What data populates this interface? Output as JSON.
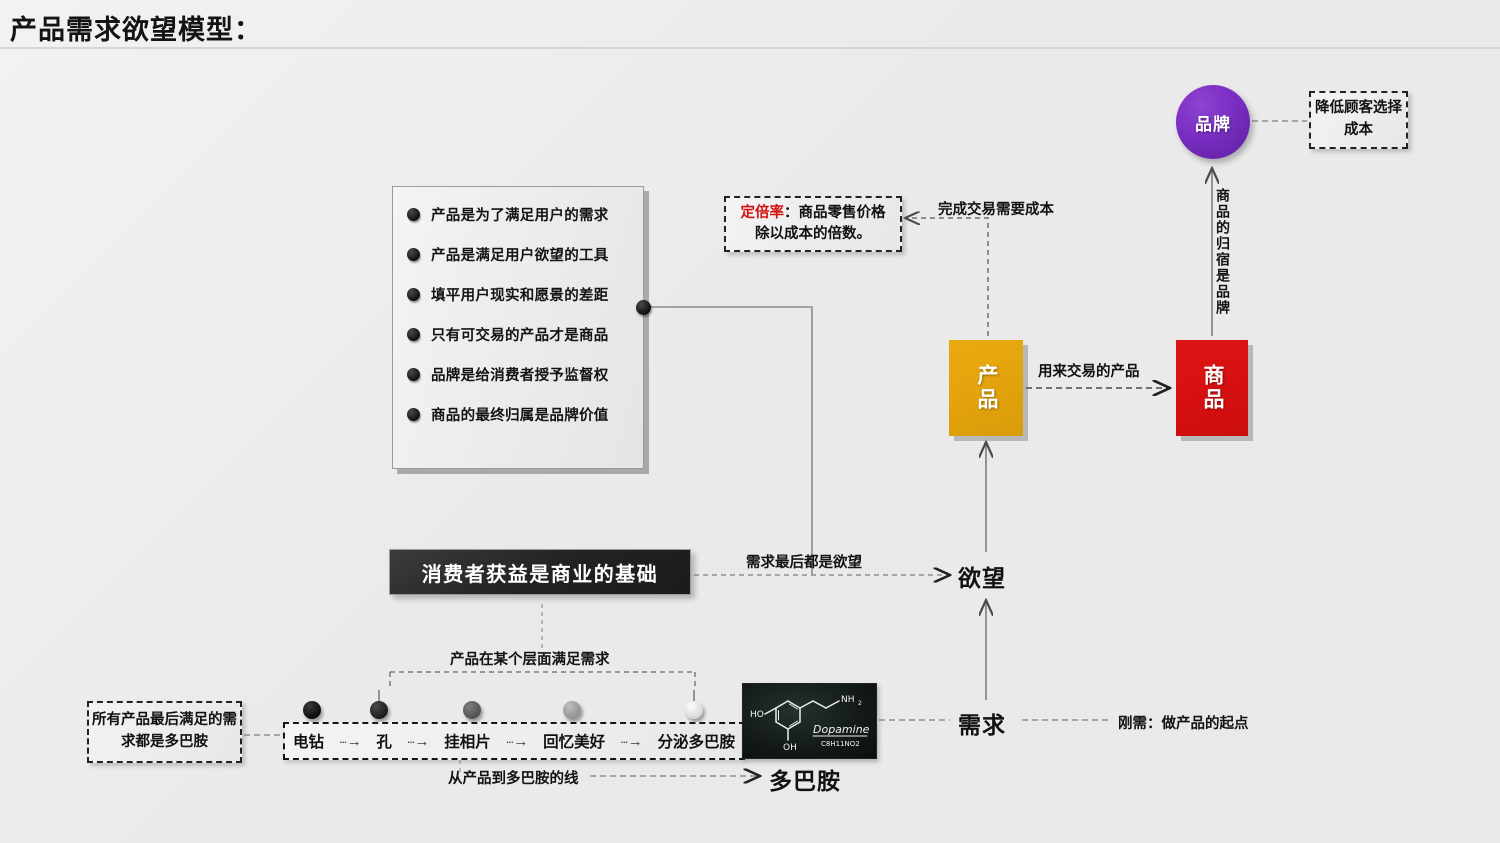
{
  "page": {
    "title": "产品需求欲望模型："
  },
  "bullet_panel": {
    "items": [
      "产品是为了满足用户的需求",
      "产品是满足用户欲望的工具",
      "填平用户现实和愿景的差距",
      "只有可交易的产品才是商品",
      "品牌是给消费者授予监督权",
      "商品的最终归属是品牌价值"
    ]
  },
  "notes": {
    "markup_rate_term": "定倍率",
    "markup_rate_text": "：商品零售价格除以成本的倍数。",
    "brand_cost": "降低顾客选择成本",
    "all_dopamine": "所有产品最后满足的需求都是多巴胺"
  },
  "nodes": {
    "brand": "品牌",
    "product": "产品",
    "goods": "商品",
    "want": "欲望",
    "need": "需求",
    "dopamine": "多巴胺",
    "banner": "消费者获益是商业的基础"
  },
  "edge_labels": {
    "trade_cost": "完成交易需要成本",
    "trade_product": "用来交易的产品",
    "need_to_want": "需求最后都是欲望",
    "satisfy_layer": "产品在某个层面满足需求",
    "line_to_dopamine": "从产品到多巴胺的线",
    "rigid_need": "刚需：做产品的起点",
    "brand_home_vertical": "商品的归宿是品牌"
  },
  "chain": {
    "steps": [
      "电钻",
      "孔",
      "挂相片",
      "回忆美好",
      "分泌多巴胺"
    ],
    "arrow": "···"
  },
  "dopamine_image": {
    "label": "Dopamine",
    "formula": "C₈H₁₁NO₂",
    "group_amine": "NH₂",
    "group_ho": "HO",
    "group_oh": "OH"
  },
  "colors": {
    "brand_purple": "#7b2fc4",
    "product_yellow": "#e2a20c",
    "goods_red": "#d61010",
    "accent_red_text": "#d31010",
    "background": "#eeeeee",
    "banner_black": "#232323"
  }
}
